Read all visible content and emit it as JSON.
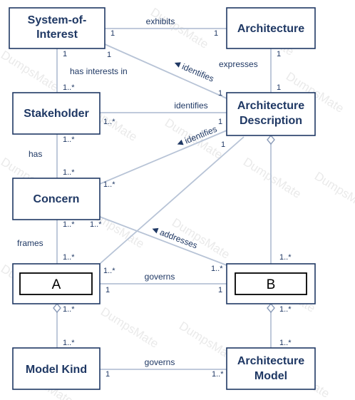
{
  "boxes": {
    "system_of_interest": [
      "System-of-",
      "Interest"
    ],
    "architecture": "Architecture",
    "stakeholder": "Stakeholder",
    "architecture_description": [
      "Architecture",
      "Description"
    ],
    "concern": "Concern",
    "a": "A",
    "b": "B",
    "model_kind": "Model Kind",
    "architecture_model": [
      "Architecture",
      "Model"
    ]
  },
  "relations": {
    "exhibits": "exhibits",
    "has_interests_in": "has interests in",
    "identifies_soi": "identifies",
    "expresses": "expresses",
    "identifies_stakeholder": "identifies",
    "identifies_concern": "identifies",
    "has": "has",
    "addresses": "addresses",
    "frames": "frames",
    "governs_ab": "governs",
    "governs_models": "governs"
  },
  "multiplicities": {
    "soi_exhibits": "1",
    "arch_exhibits": "1",
    "soi_stakeholder": "1",
    "soi_identifies": "1",
    "stakeholder_soi": "1..*",
    "arch_expresses": "1",
    "ad_expresses": "1",
    "ad_identifies_soi": "1",
    "stakeholder_ad": "1..*",
    "ad_stakeholder": "1",
    "stakeholder_has": "1..*",
    "concern_has": "1..*",
    "ad_concern": "1",
    "concern_identifies": "1..*",
    "concern_frames": "1..*",
    "concern_addresses": "1..*",
    "a_frames": "1..*",
    "a_ad": "1..*",
    "b_ad": "1..*",
    "b_addresses": "1..*",
    "a_governs": "1",
    "b_governs": "1",
    "a_model_kind": "1..*",
    "model_kind_a": "1..*",
    "b_model": "1..*",
    "model_b": "1..*",
    "model_kind_governs": "1",
    "model_governs": "1..*"
  },
  "watermark": "DumpsMate",
  "colors": {
    "box_text": "#1f3864",
    "box_border": "#1f3864",
    "connector": "#b7c3d6",
    "watermark": "#d9d9d9"
  }
}
